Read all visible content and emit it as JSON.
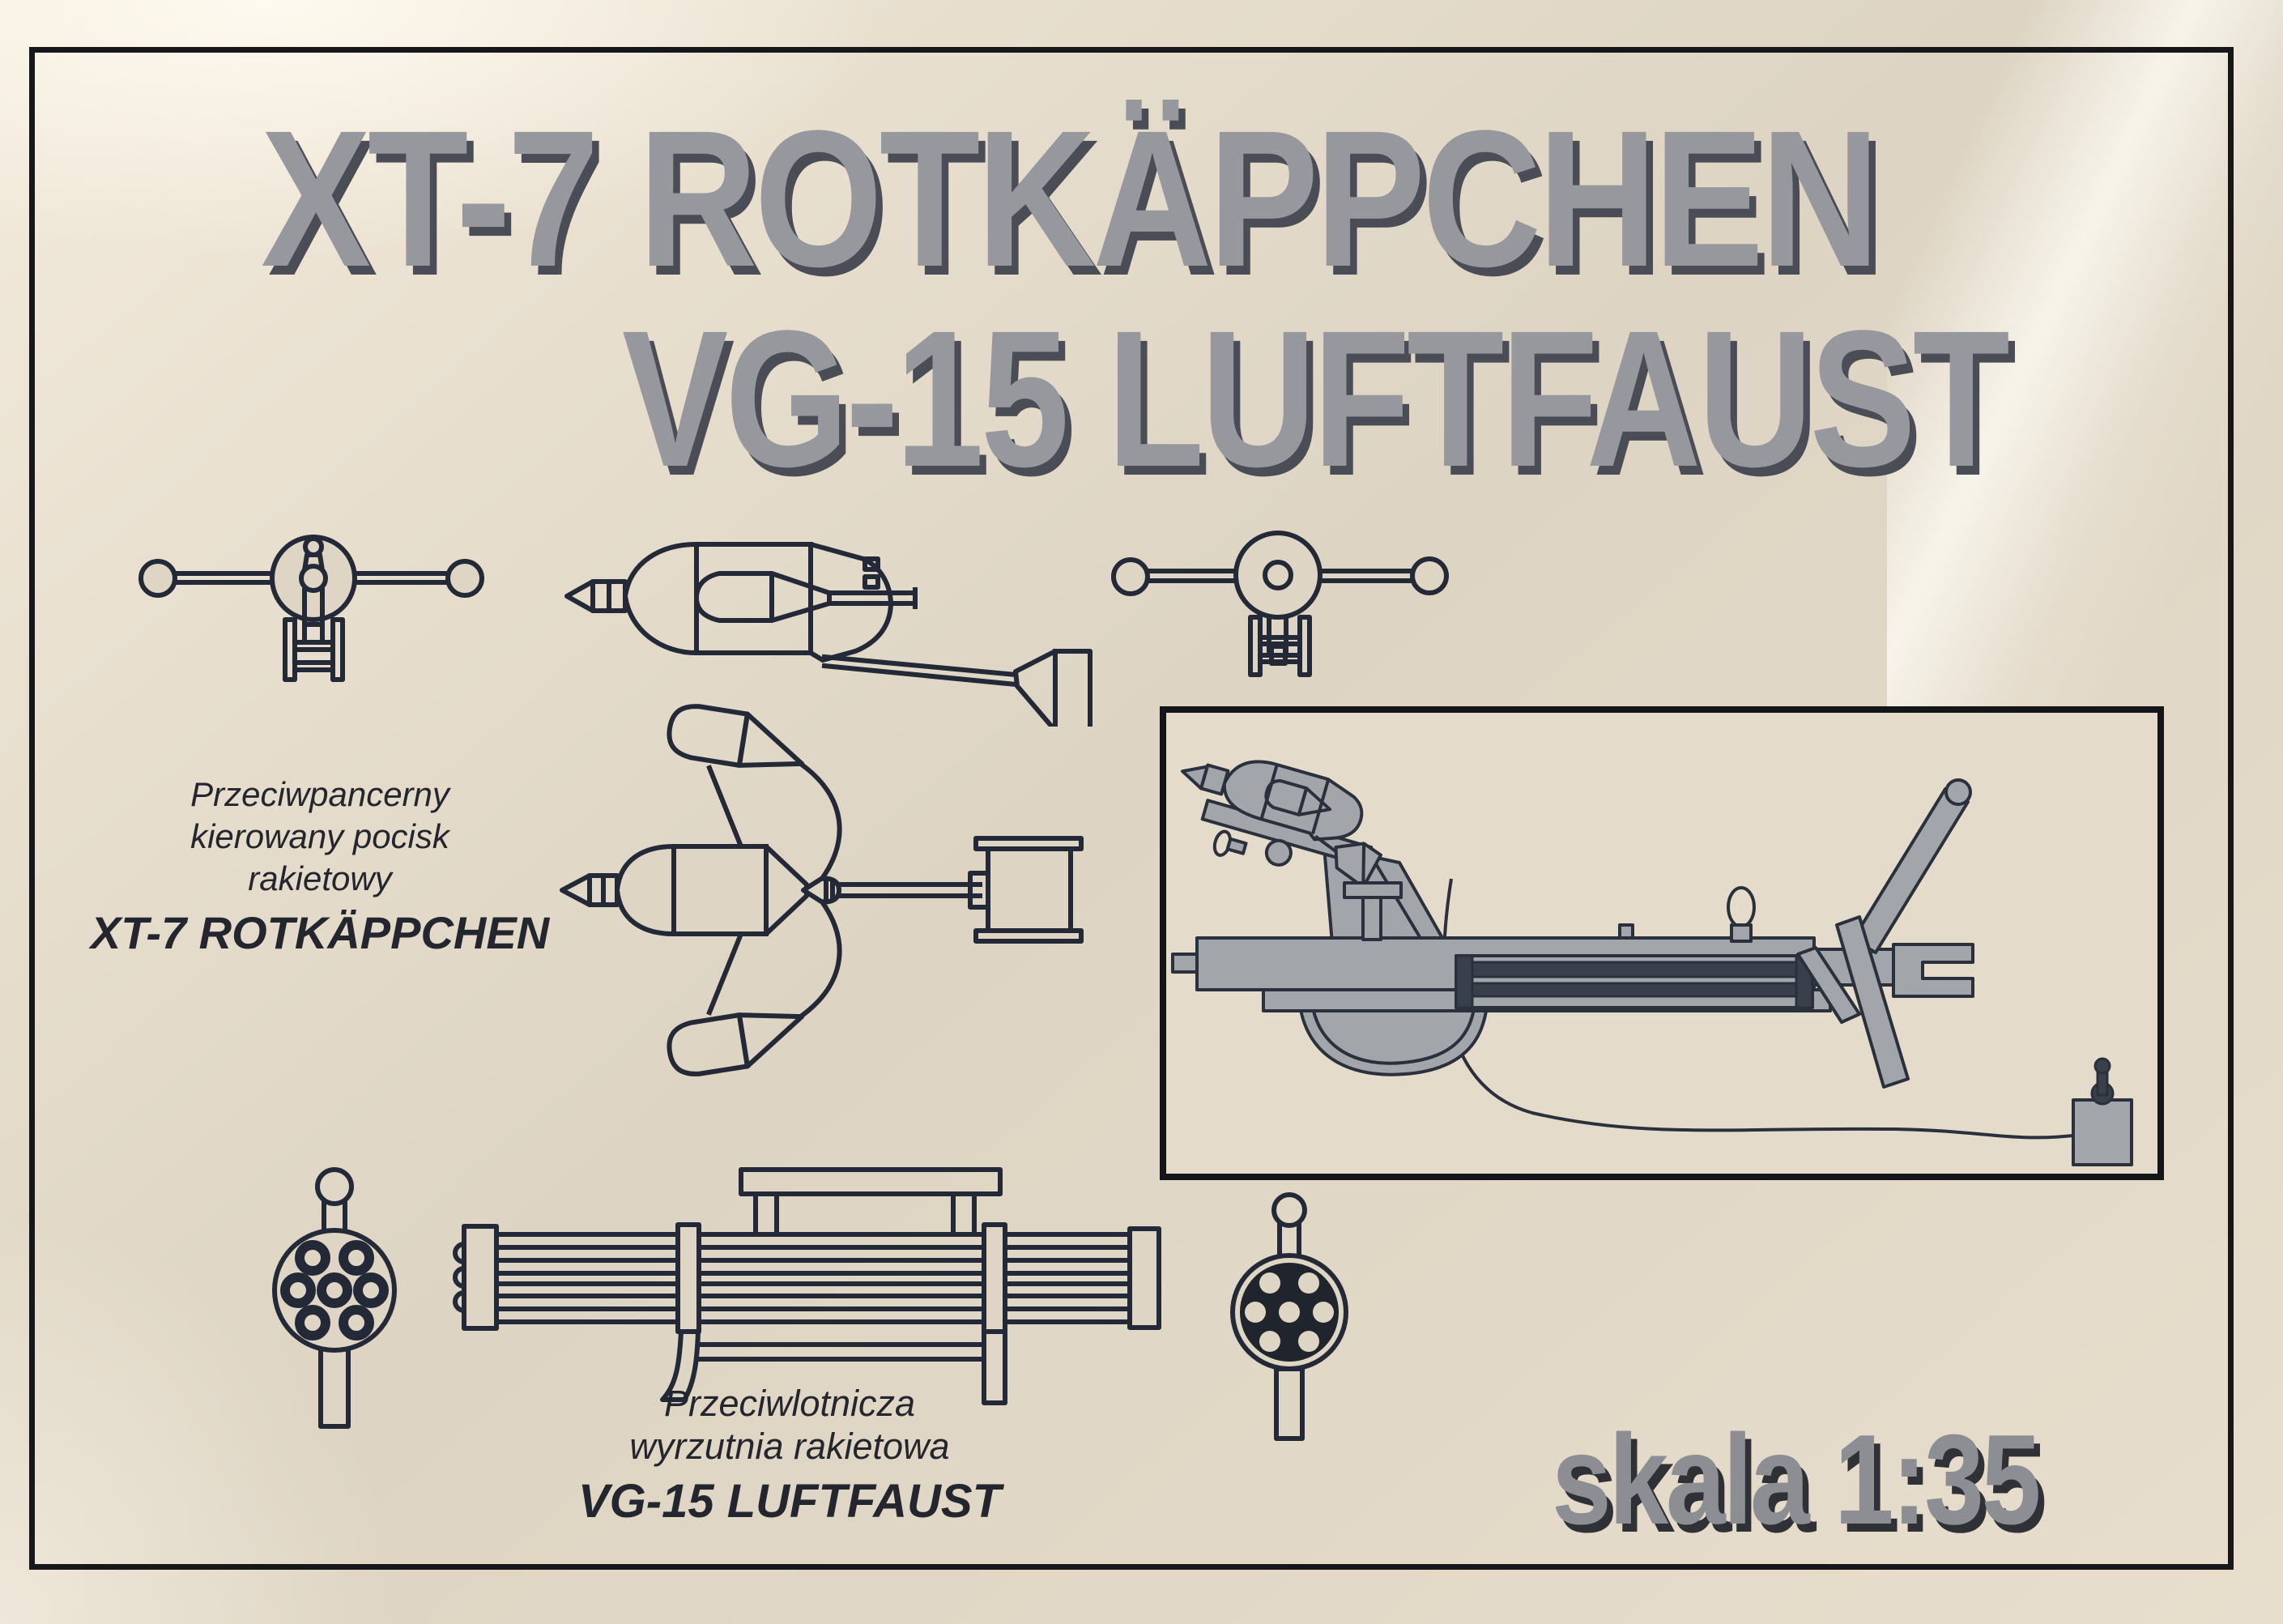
{
  "title": {
    "line1": "XT-7 ROTKÄPPCHEN",
    "line2": "VG-15 LUFTFAUST"
  },
  "caption_xt7": {
    "line1": "Przeciwpancerny",
    "line2": "kierowany pocisk",
    "line3": "rakietowy",
    "name": "XT-7 ROTKÄPPCHEN"
  },
  "caption_vg15": {
    "line1": "Przeciwlotnicza",
    "line2": "wyrzutnia rakietowa",
    "name": "VG-15 LUFTFAUST"
  },
  "scale": {
    "label": "skala  1:35"
  },
  "colors": {
    "background_cream": "#e2d8c7",
    "title_gray": "#97989e",
    "title_shadow": "#4b4d56",
    "ink": "#232936",
    "frame_black": "#17171a",
    "panel_fill_gray": "#a2a6aa",
    "scale_gray": "#8d8e93"
  }
}
